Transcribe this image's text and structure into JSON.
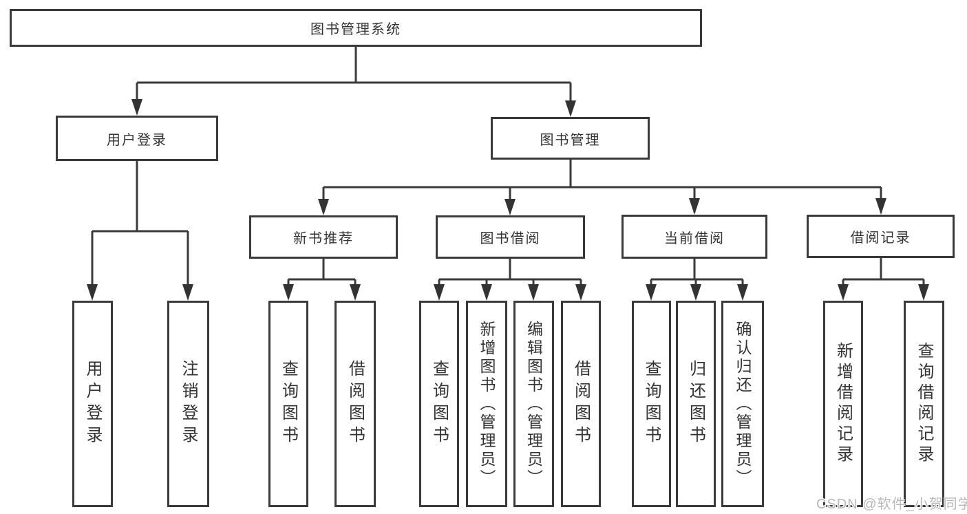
{
  "tree": {
    "root": {
      "label": "图书管理系统"
    },
    "level2": [
      {
        "label": "用户登录"
      },
      {
        "label": "图书管理"
      }
    ],
    "level3": [
      {
        "label": "新书推荐",
        "parent": "图书管理"
      },
      {
        "label": "图书借阅",
        "parent": "图书管理"
      },
      {
        "label": "当前借阅",
        "parent": "图书管理"
      },
      {
        "label": "借阅记录",
        "parent": "图书管理"
      }
    ],
    "leaves": [
      {
        "label": "用户登录",
        "parent": "用户登录"
      },
      {
        "label": "注销登录",
        "parent": "用户登录"
      },
      {
        "label": "查询图书",
        "parent": "新书推荐"
      },
      {
        "label": "借阅图书",
        "parent": "新书推荐"
      },
      {
        "label": "查询图书",
        "parent": "图书借阅"
      },
      {
        "label": "新增图书（管理员）",
        "parent": "图书借阅"
      },
      {
        "label": "编辑图书（管理员）",
        "parent": "图书借阅"
      },
      {
        "label": "借阅图书",
        "parent": "图书借阅"
      },
      {
        "label": "查询图书",
        "parent": "当前借阅"
      },
      {
        "label": "归还图书",
        "parent": "当前借阅"
      },
      {
        "label": "确认归还（管理员）",
        "parent": "当前借阅"
      },
      {
        "label": "新增借阅记录",
        "parent": "借阅记录"
      },
      {
        "label": "查询借阅记录",
        "parent": "借阅记录"
      }
    ]
  },
  "watermark": {
    "text": "CSDN @软件_小贺同学"
  },
  "colors": {
    "line": "#3a3a3a",
    "text": "#333333",
    "box_bg": "#ffffff",
    "watermark": "#b9b9b9"
  }
}
